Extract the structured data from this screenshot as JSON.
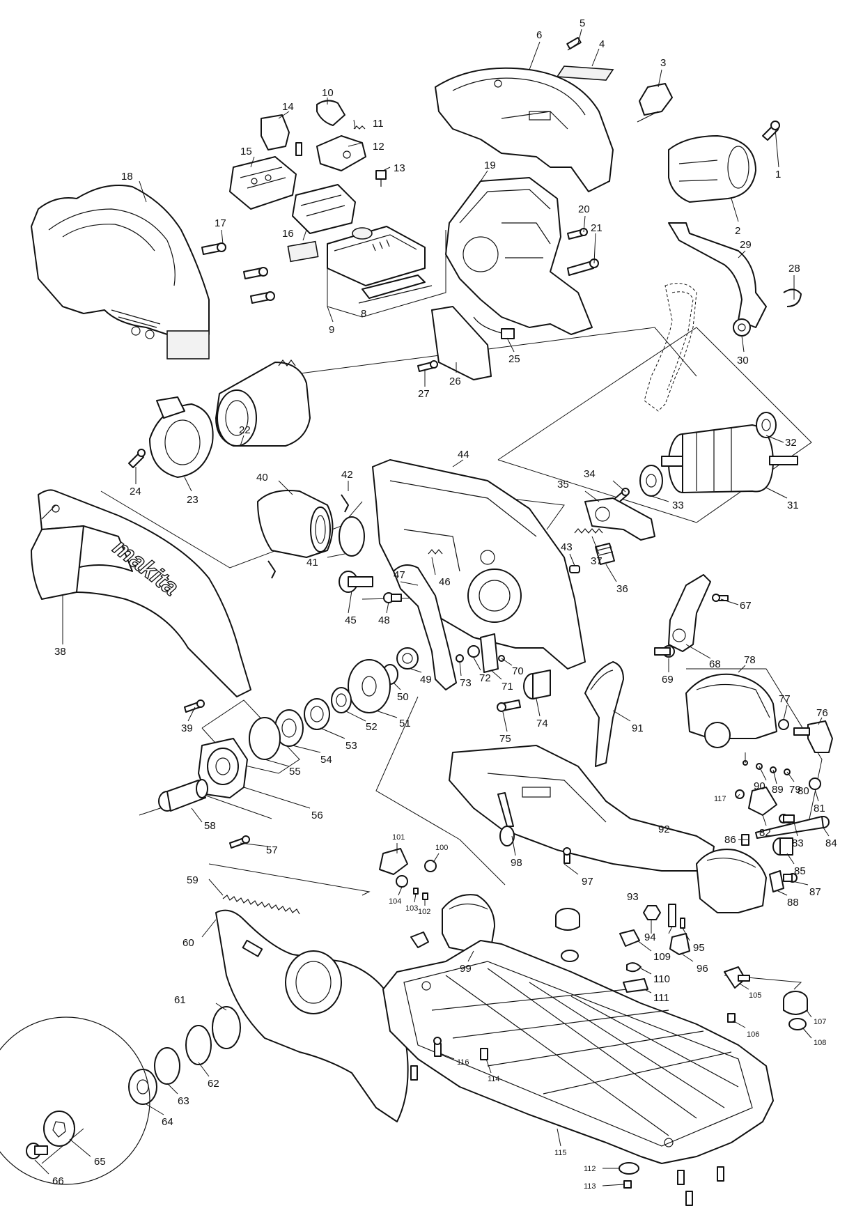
{
  "brand_text": "makita",
  "part_numbers": [
    "1",
    "2",
    "3",
    "4",
    "5",
    "6",
    "8",
    "9",
    "10",
    "11",
    "12",
    "13",
    "14",
    "15",
    "16",
    "17",
    "18",
    "19",
    "20",
    "21",
    "22",
    "23",
    "24",
    "25",
    "26",
    "27",
    "28",
    "29",
    "30",
    "31",
    "32",
    "33",
    "34",
    "35",
    "36",
    "37",
    "38",
    "39",
    "40",
    "41",
    "42",
    "43",
    "44",
    "45",
    "46",
    "47",
    "48",
    "49",
    "50",
    "51",
    "52",
    "53",
    "54",
    "55",
    "56",
    "57",
    "58",
    "59",
    "60",
    "61",
    "62",
    "63",
    "64",
    "65",
    "66",
    "67",
    "68",
    "69",
    "70",
    "71",
    "72",
    "73",
    "74",
    "75",
    "76",
    "77",
    "78",
    "79",
    "80",
    "81",
    "82",
    "83",
    "84",
    "85",
    "86",
    "87",
    "88",
    "89",
    "90",
    "91",
    "92",
    "93",
    "94",
    "95",
    "96",
    "97",
    "98",
    "99",
    "100",
    "101",
    "102",
    "103",
    "104",
    "105",
    "106",
    "107",
    "108",
    "109",
    "110",
    "111",
    "112",
    "113",
    "114",
    "115",
    "116",
    "117"
  ]
}
